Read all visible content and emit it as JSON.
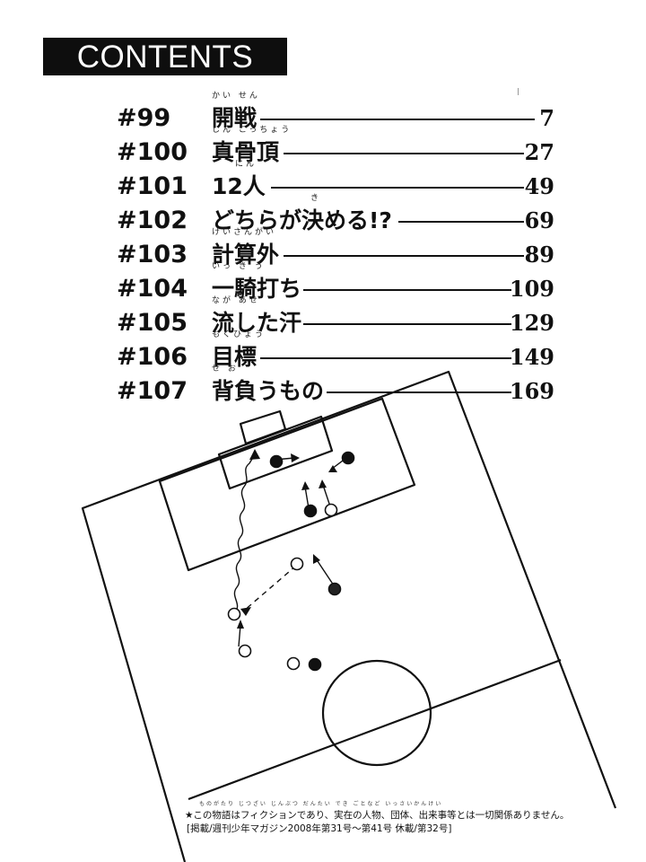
{
  "header": {
    "title": "CONTENTS"
  },
  "toc": [
    {
      "number": "#99",
      "ruby": "かい せん",
      "title": "開戦",
      "page": "7"
    },
    {
      "number": "#100",
      "ruby": "しん こっちょう",
      "title": "真骨頂",
      "page": "27"
    },
    {
      "number": "#101",
      "ruby": "にん",
      "title": "12人",
      "page": "49"
    },
    {
      "number": "#102",
      "ruby": "き",
      "title": "どちらが決める!?",
      "page": "69"
    },
    {
      "number": "#103",
      "ruby": "けいさんがい",
      "title": "計算外",
      "page": "89"
    },
    {
      "number": "#104",
      "ruby": "いっ き う",
      "title": "一騎打ち",
      "page": "109"
    },
    {
      "number": "#105",
      "ruby": "なが     あせ",
      "title": "流した汗",
      "page": "129"
    },
    {
      "number": "#106",
      "ruby": "もくひょう",
      "title": "目標",
      "page": "149"
    },
    {
      "number": "#107",
      "ruby": "せ お",
      "title": "背負うもの",
      "page": "169"
    }
  ],
  "footer": {
    "ruby": "ものがたり          じつざい じんぶつ だんたい  でき ごとなど        いっさいかんけい",
    "note_line1": "★この物語はフィクションであり、実在の人物、団体、出来事等とは一切関係ありません。",
    "note_line2": "[掲載/週刊少年マガジン2008年第31号〜第41号 休載/第32号]"
  },
  "colors": {
    "ink": "#111111",
    "banner_bg": "#0e0e0e",
    "banner_text": "#ffffff"
  }
}
